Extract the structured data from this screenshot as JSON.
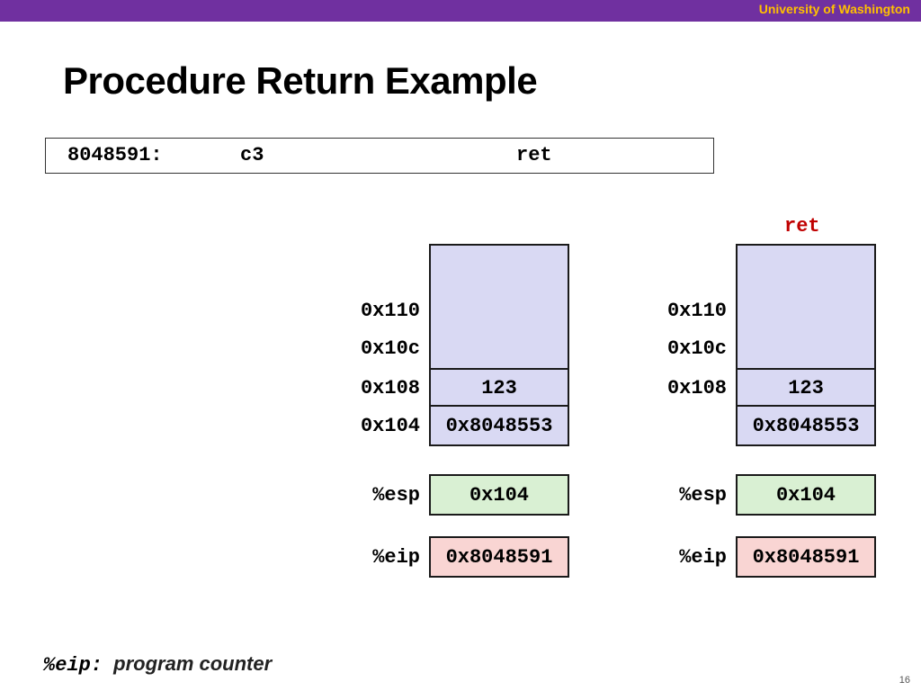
{
  "header": {
    "institution": "University of Washington"
  },
  "slide": {
    "title": "Procedure Return Example",
    "page_number": "16"
  },
  "instruction": {
    "address": "8048591:",
    "opcode": "c3",
    "mnemonic": "ret"
  },
  "left_state": {
    "addresses": [
      "0x110",
      "0x10c",
      "0x108",
      "0x104"
    ],
    "stack_values": [
      "123",
      "0x8048553"
    ],
    "esp_label": "%esp",
    "esp_value": "0x104",
    "eip_label": "%eip",
    "eip_value": "0x8048591"
  },
  "right_state": {
    "header": "ret",
    "addresses": [
      "0x110",
      "0x10c",
      "0x108"
    ],
    "stack_values": [
      "123",
      "0x8048553"
    ],
    "esp_label": "%esp",
    "esp_value": "0x104",
    "eip_label": "%eip",
    "eip_value": "0x8048591"
  },
  "footer": {
    "register": "%eip:",
    "description": "program counter"
  },
  "colors": {
    "accent_bar": "#7030a0",
    "institution_text": "#ffc000",
    "stack_fill": "#d9d9f3",
    "esp_fill": "#d9f0d3",
    "eip_fill": "#f9d5d3",
    "ret_label": "#c00000"
  }
}
